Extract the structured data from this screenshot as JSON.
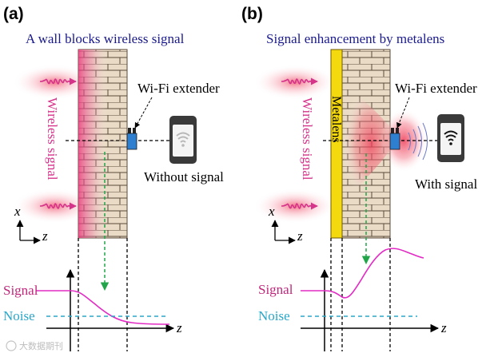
{
  "panels": [
    {
      "id": "a",
      "label": "(a)",
      "title": "A wall blocks wireless signal",
      "wall_text": "",
      "extender_label": "Wi-Fi extender",
      "wireless_label": "Wireless signal",
      "phone_status": "Without signal",
      "axis_x": "x",
      "axis_z": "z",
      "signal_label": "Signal",
      "noise_label": "Noise",
      "plot_z": "z"
    },
    {
      "id": "b",
      "label": "(b)",
      "title": "Signal enhancement by metalens",
      "wall_text": "Metalens",
      "extender_label": "Wi-Fi extender",
      "wireless_label": "Wireless signal",
      "phone_status": "With signal",
      "axis_x": "x",
      "axis_z": "z",
      "signal_label": "Signal",
      "noise_label": "Noise",
      "plot_z": "z"
    }
  ],
  "watermark": "大数据期刊",
  "colors": {
    "signal": "#d6338a",
    "noise": "#2aa7c9",
    "wall": "#e9d6bf",
    "mortar": "#5b4a3a",
    "metalens": "#f5d90f",
    "extender": "#2f7fd0",
    "arrow": "#22a54a"
  }
}
